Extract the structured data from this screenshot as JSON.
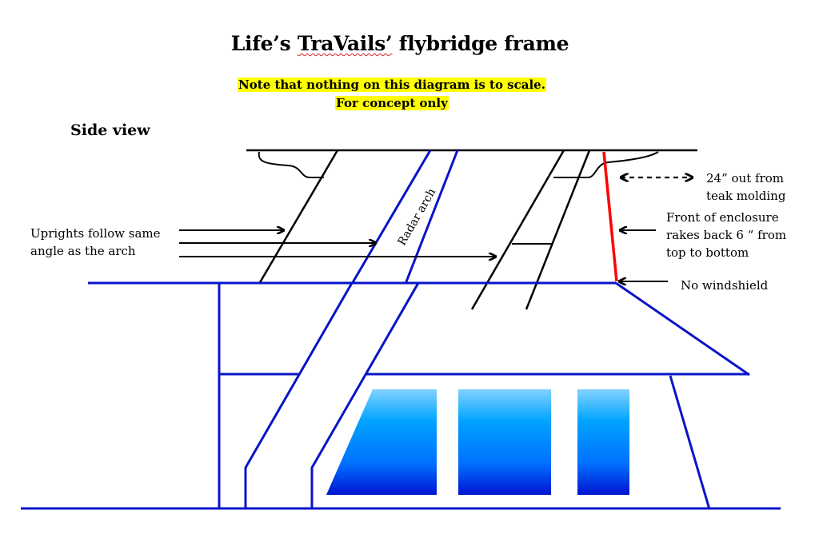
{
  "title": {
    "prefix": "Life’s ",
    "misspelled": "TraVails’",
    "suffix": " flybridge frame"
  },
  "note": {
    "line1": "Note that nothing on this diagram is to scale.",
    "line2": "For concept only",
    "highlight_color": "#ffff00"
  },
  "subtitle": "Side view",
  "labels": {
    "uprights": [
      "Uprights follow same",
      "angle as the arch"
    ],
    "radar_arch": "Radar arch",
    "out_from": [
      "24” out from",
      "teak molding"
    ],
    "front_enclosure": [
      "Front of enclosure",
      "rakes back 6 “ from",
      "top to bottom"
    ],
    "no_windshield": "No windshield"
  },
  "colors": {
    "frame_black": "#000000",
    "hull_blue": "#0a14c8",
    "enclosure_front_red": "#ff0000",
    "window_top": "#7fd0ff",
    "window_mid": "#00a0ff",
    "window_bottom": "#0018d8"
  }
}
